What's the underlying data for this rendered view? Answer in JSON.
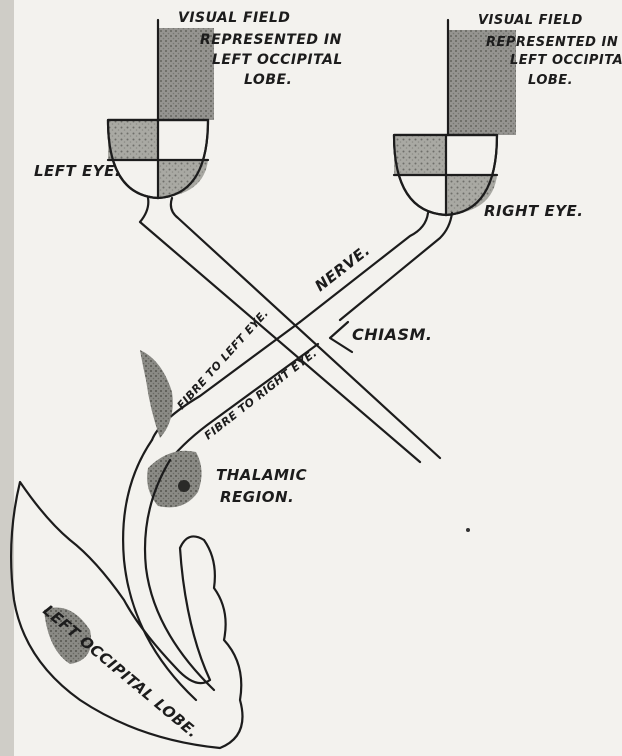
{
  "labels": {
    "visual_field_left": [
      "VISUAL FIELD",
      "REPRESENTED IN",
      "LEFT OCCIPITAL",
      "LOBE."
    ],
    "visual_field_right": [
      "VISUAL FIELD",
      "REPRESENTED IN",
      "LEFT OCCIPITAL",
      "LOBE."
    ],
    "left_eye": "LEFT EYE.",
    "right_eye": "RIGHT EYE.",
    "nerve": "NERVE.",
    "chiasm": "CHIASM.",
    "fibre_left": "FIBRE TO LEFT EYE.",
    "fibre_right": "FIBRE TO RIGHT EYE.",
    "thalamic": [
      "THALAMIC",
      "REGION."
    ],
    "occipital_lobe": "LEFT OCCIPITAL LOBE."
  }
}
